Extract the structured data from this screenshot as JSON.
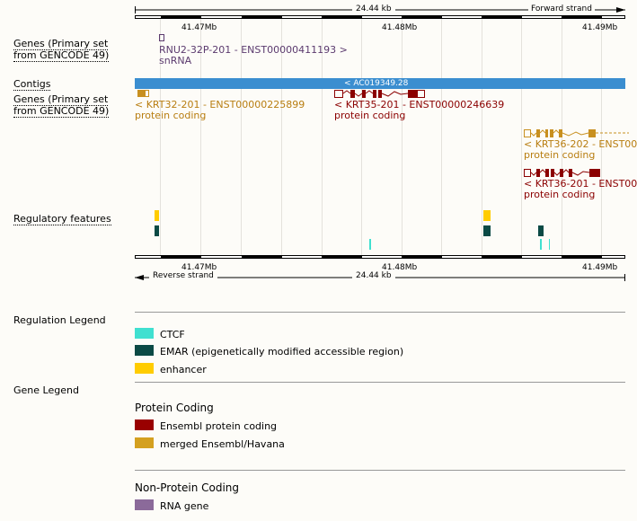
{
  "ruler_top": {
    "length": "24.44 kb",
    "strand": "Forward strand",
    "ticks": [
      "41.47Mb",
      "41.48Mb",
      "41.49Mb"
    ]
  },
  "ruler_bottom": {
    "length": "24.44 kb",
    "strand": "Reverse strand",
    "ticks": [
      "41.47Mb",
      "41.48Mb",
      "41.49Mb"
    ]
  },
  "tracks": {
    "genes_forward_label": [
      "Genes (Primary set",
      "from GENCODE 49)"
    ],
    "contigs_label": "Contigs",
    "genes_reverse_label": [
      "Genes (Primary set",
      "from GENCODE 49)"
    ],
    "regulatory_label": "Regulatory features"
  },
  "forward_genes": [
    {
      "name": "RNU2-32P-201 - ENST00000411193 >",
      "biotype": "snRNA",
      "color": "#5b3a6e"
    }
  ],
  "contig": {
    "label": "< AC019349.28",
    "color": "#3b8ed0"
  },
  "reverse_genes": [
    {
      "name": "< KRT32-201 - ENST00000225899",
      "biotype": "protein coding",
      "color": "#b87d10"
    },
    {
      "name": "< KRT35-201 - ENST00000246639",
      "biotype": "protein coding",
      "color": "#8b0000"
    },
    {
      "name": "< KRT36-202 - ENST00",
      "biotype": "protein coding",
      "color": "#b87d10"
    },
    {
      "name": "< KRT36-201 - ENST00",
      "biotype": "protein coding",
      "color": "#8b0000"
    }
  ],
  "regulation_legend": {
    "title": "Regulation Legend",
    "items": [
      {
        "label": "CTCF",
        "color": "#40e0d0"
      },
      {
        "label": "EMAR (epigenetically modified accessible region)",
        "color": "#0b4a45"
      },
      {
        "label": "enhancer",
        "color": "#ffcc00"
      }
    ]
  },
  "gene_legend": {
    "title": "Gene Legend",
    "protein_heading": "Protein Coding",
    "protein_items": [
      {
        "label": "Ensembl protein coding",
        "color": "#990000"
      },
      {
        "label": "merged Ensembl/Havana",
        "color": "#d4a020"
      }
    ],
    "nonprotein_heading": "Non-Protein Coding",
    "nonprotein_items": [
      {
        "label": "RNA gene",
        "color": "#8b6a9a"
      }
    ]
  }
}
